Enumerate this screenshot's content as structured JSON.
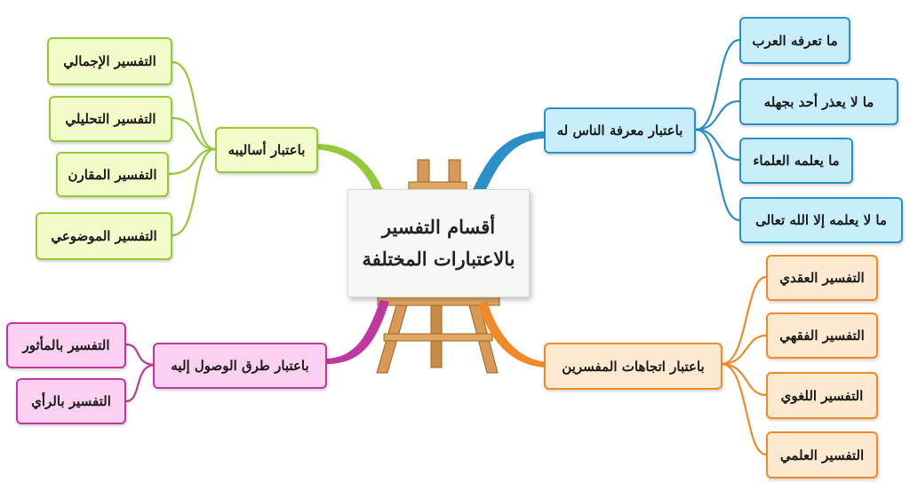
{
  "center": {
    "line1": "أقسام التفسير",
    "line2": "بالاعتبارات المختلفة"
  },
  "branches": {
    "styles": {
      "label": "باعتبار أساليبه",
      "color": "#95c93b",
      "children": [
        "التفسير الإجمالي",
        "التفسير التحليلي",
        "التفسير المقارن",
        "التفسير الموضوعي"
      ]
    },
    "knowledge": {
      "label": "باعتبار معرفة الناس له",
      "color": "#2b8fc9",
      "children": [
        "ما تعرفه العرب",
        "ما لا يعذر أحد بجهله",
        "ما يعلمه العلماء",
        "ما لا يعلمه إلا الله تعالى"
      ]
    },
    "access": {
      "label": "باعتبار طرق الوصول إليه",
      "color": "#c0379e",
      "children": [
        "التفسير بالمأثور",
        "التفسير بالرأي"
      ]
    },
    "trends": {
      "label": "باعتبار اتجاهات المفسرين",
      "color": "#f08a28",
      "children": [
        "التفسير العقدي",
        "التفسير الفقهي",
        "التفسير اللغوي",
        "التفسير العلمي"
      ]
    }
  }
}
